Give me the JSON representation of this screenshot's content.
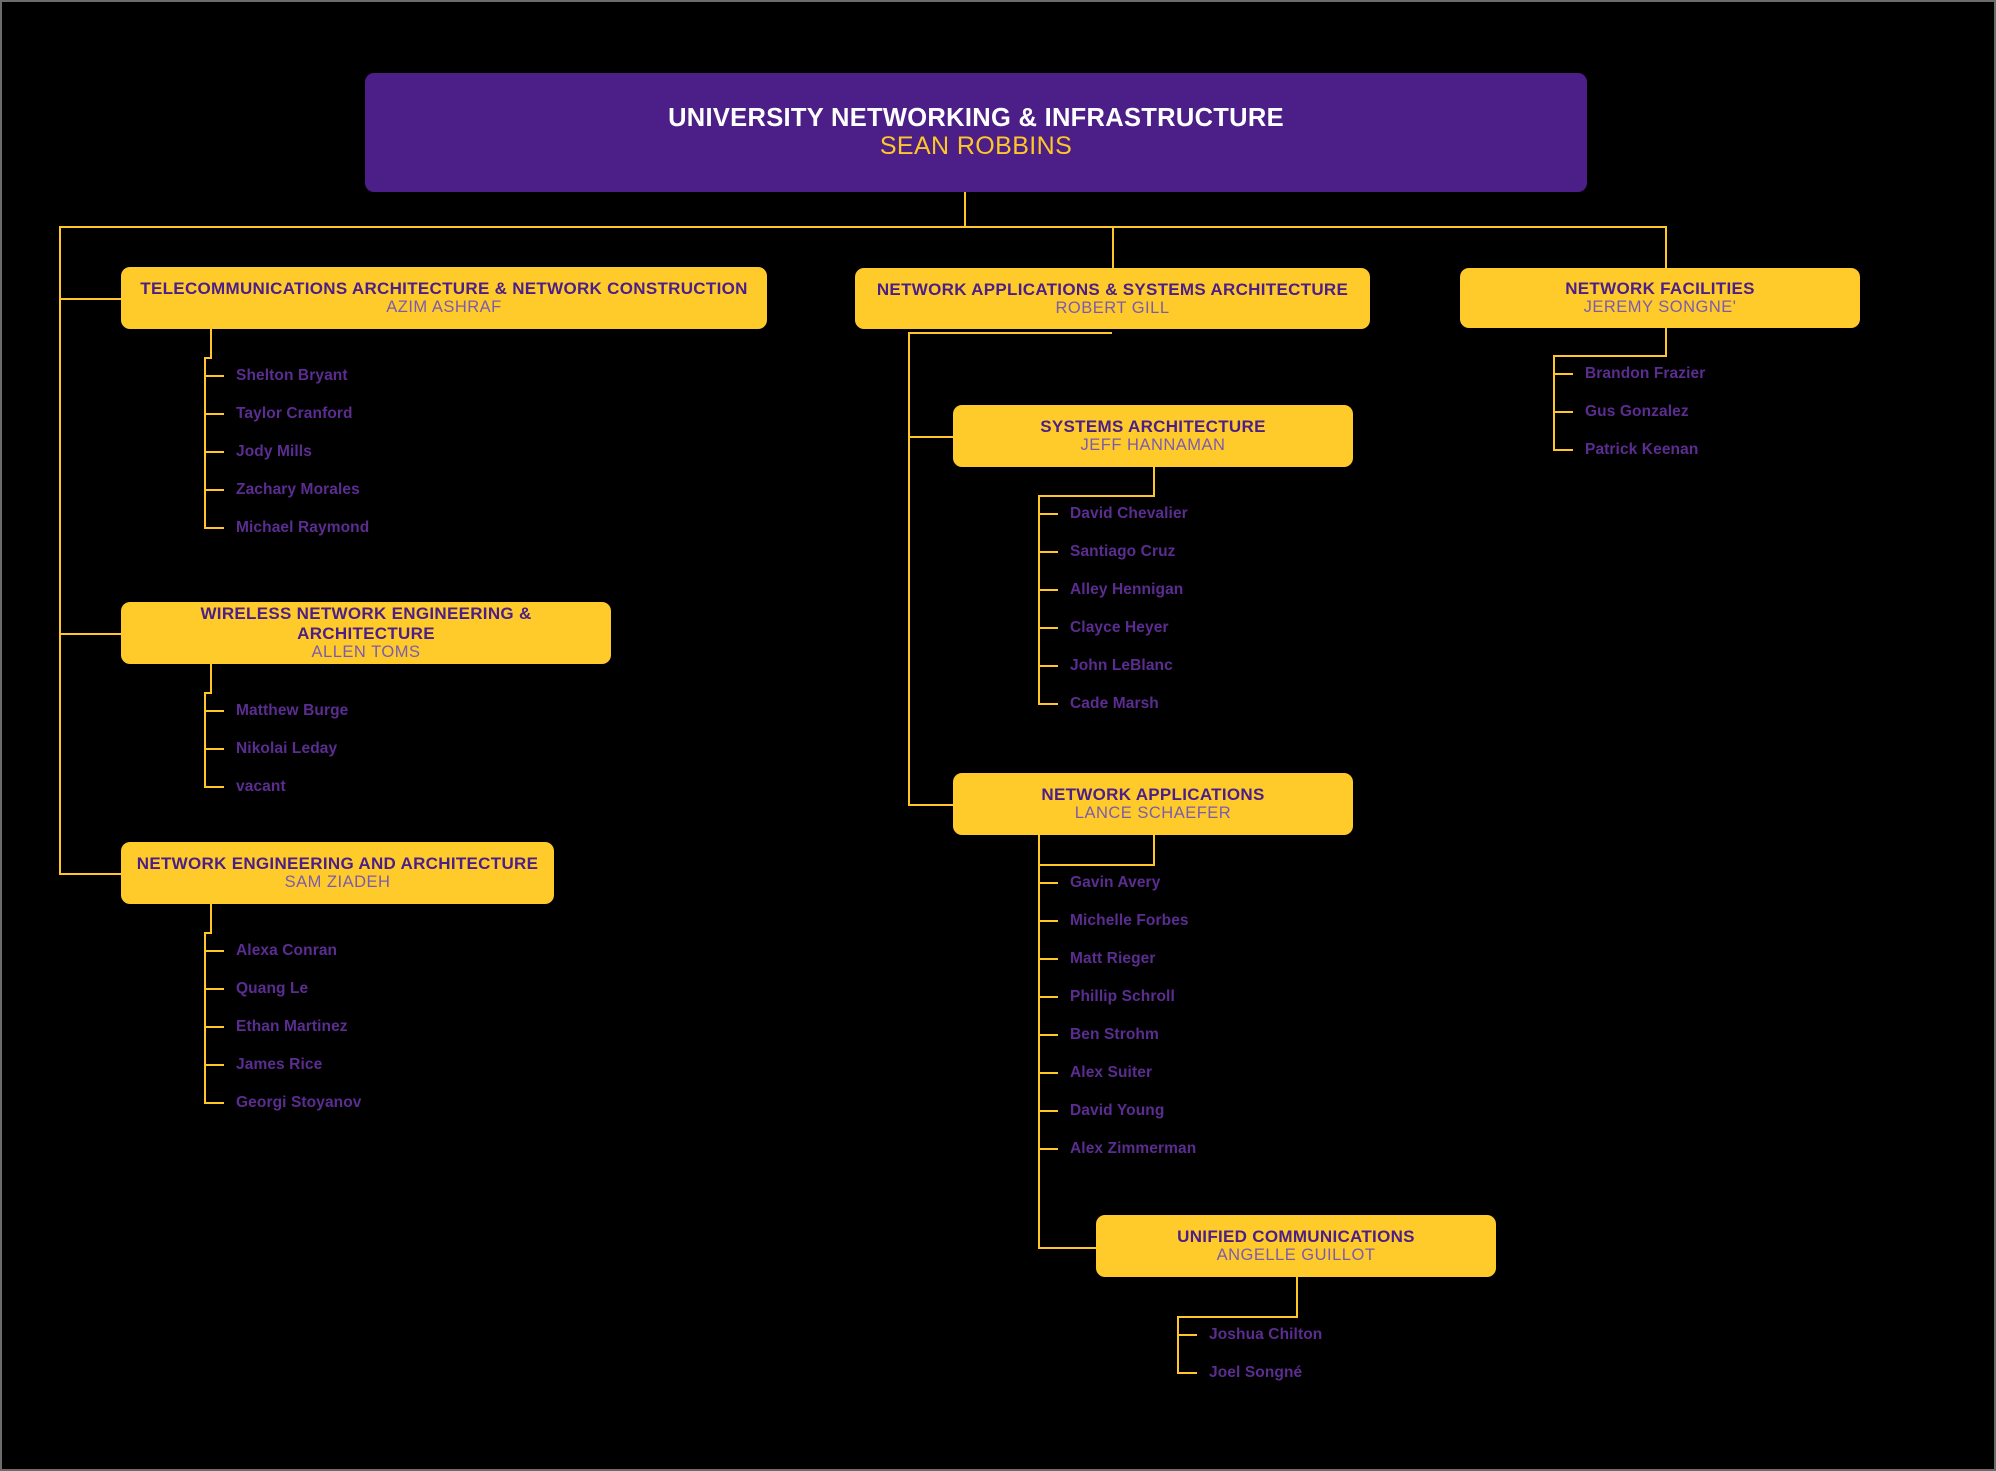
{
  "chart_data": {
    "type": "diagram",
    "title": "University Networking & Infrastructure Organizational Chart",
    "colors": {
      "background": "#000000",
      "root_box": "#4B1F87",
      "unit_box": "#FFCB2B",
      "connector": "#FFC627",
      "unit_title_text": "#4B1F87",
      "unit_name_text": "#7B5BAE",
      "leaf_text": "#5B2D91",
      "root_title_text": "#FFFFFF",
      "root_name_text": "#FFC627"
    }
  },
  "root": {
    "title": "UNIVERSITY NETWORKING & INFRASTRUCTURE",
    "name": "SEAN ROBBINS"
  },
  "units": {
    "telecom": {
      "title": "TELECOMMUNICATIONS ARCHITECTURE & NETWORK CONSTRUCTION",
      "name": "AZIM ASHRAF",
      "staff": [
        "Shelton Bryant",
        "Taylor Cranford",
        "Jody Mills",
        "Zachary Morales",
        "Michael Raymond"
      ]
    },
    "wireless": {
      "title": "WIRELESS NETWORK ENGINEERING & ARCHITECTURE",
      "name": "ALLEN TOMS",
      "staff": [
        "Matthew Burge",
        "Nikolai Leday",
        "vacant"
      ]
    },
    "netengarch": {
      "title": "NETWORK ENGINEERING AND ARCHITECTURE",
      "name": "SAM ZIADEH",
      "staff": [
        "Alexa Conran",
        "Quang Le",
        "Ethan Martinez",
        "James Rice",
        "Georgi Stoyanov"
      ]
    },
    "netappsys": {
      "title": "NETWORK APPLICATIONS & SYSTEMS ARCHITECTURE",
      "name": "ROBERT GILL",
      "staff": []
    },
    "sysarch": {
      "title": "SYSTEMS ARCHITECTURE",
      "name": "JEFF HANNAMAN",
      "staff": [
        "David Chevalier",
        "Santiago Cruz",
        "Alley Hennigan",
        "Clayce Heyer",
        "John LeBlanc",
        "Cade Marsh"
      ]
    },
    "netapps": {
      "title": "NETWORK APPLICATIONS",
      "name": "LANCE SCHAEFER",
      "staff": [
        "Gavin Avery",
        "Michelle Forbes",
        "Matt Rieger",
        "Phillip Schroll",
        "Ben Strohm",
        "Alex Suiter",
        "David Young",
        "Alex Zimmerman"
      ]
    },
    "unifiedcomm": {
      "title": "UNIFIED COMMUNICATIONS",
      "name": "ANGELLE GUILLOT",
      "staff": [
        "Joshua Chilton",
        "Joel Songné"
      ]
    },
    "netfac": {
      "title": "NETWORK FACILITIES",
      "name": "JEREMY SONGNE'",
      "staff": [
        "Brandon Frazier",
        "Gus Gonzalez",
        "Patrick Keenan"
      ]
    }
  }
}
